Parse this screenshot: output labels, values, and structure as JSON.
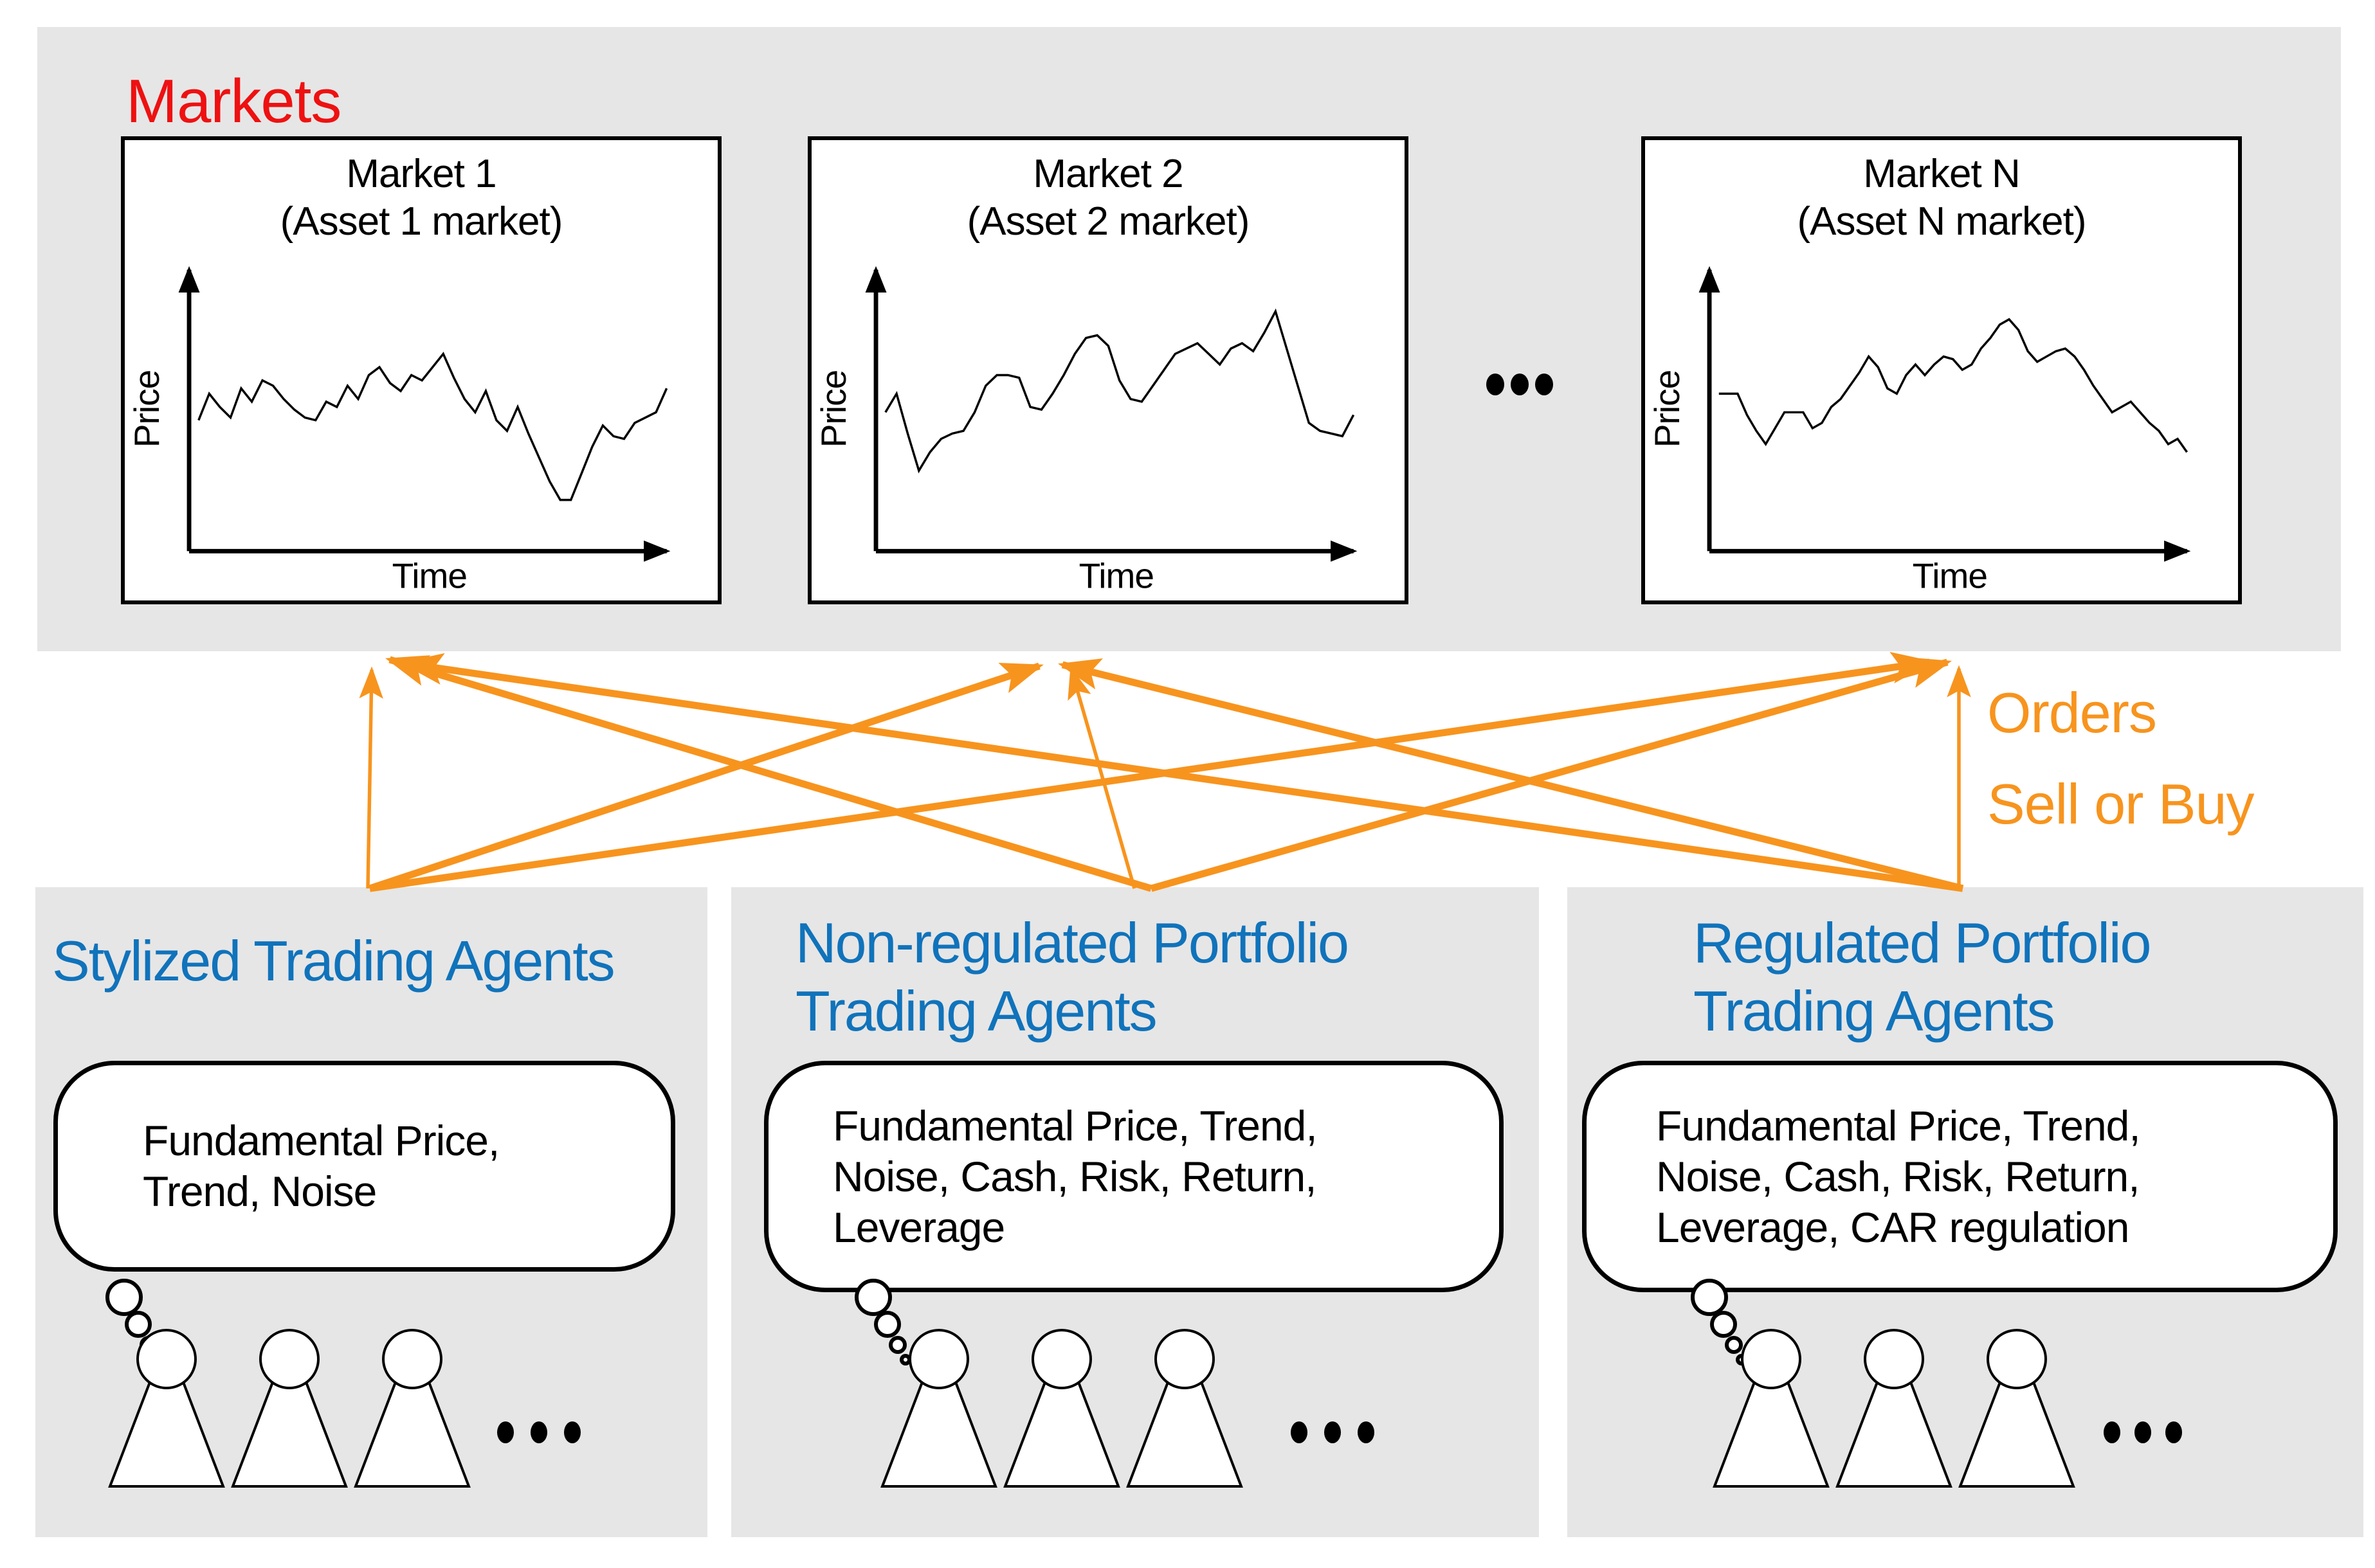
{
  "palette": {
    "red": "#EE1111",
    "blue": "#1073BB",
    "orange": "#F7941E",
    "panel_gray": "#E6E6E6",
    "line_black": "#000000"
  },
  "markets_section": {
    "label": "Markets",
    "more_markets_ellipsis": "...",
    "markets": [
      {
        "id": "market-1",
        "title": "Market 1",
        "subtitle": "(Asset 1 market)",
        "y_axis_label": "Price",
        "x_axis_label": "Time",
        "price_series": [
          45,
          55,
          50,
          46,
          57,
          52,
          60,
          58,
          53,
          49,
          46,
          45,
          52,
          50,
          58,
          53,
          62,
          65,
          59,
          56,
          62,
          60,
          65,
          70,
          61,
          53,
          48,
          56,
          45,
          41,
          50,
          40,
          31,
          22,
          15,
          15,
          25,
          35,
          43,
          39,
          38,
          44,
          46,
          48,
          57
        ]
      },
      {
        "id": "market-2",
        "title": "Market 2",
        "subtitle": "(Asset 2 market)",
        "y_axis_label": "Price",
        "x_axis_label": "Time",
        "price_series": [
          48,
          55,
          40,
          26,
          33,
          38,
          40,
          41,
          48,
          58,
          62,
          62,
          61,
          50,
          49,
          55,
          62,
          70,
          76,
          77,
          73,
          60,
          53,
          52,
          58,
          64,
          70,
          72,
          74,
          70,
          66,
          72,
          74,
          71,
          78,
          86,
          72,
          58,
          44,
          41,
          40,
          39,
          47
        ]
      },
      {
        "id": "market-n",
        "title": "Market N",
        "subtitle": "(Asset N market)",
        "y_axis_label": "Price",
        "x_axis_label": "Time",
        "price_series": [
          55,
          55,
          55,
          47,
          41,
          36,
          42,
          48,
          48,
          48,
          42,
          44,
          50,
          53,
          58,
          63,
          69,
          65,
          57,
          55,
          62,
          66,
          62,
          66,
          69,
          68,
          64,
          66,
          72,
          76,
          81,
          83,
          79,
          71,
          67,
          69,
          71,
          72,
          69,
          64,
          58,
          53,
          48,
          50,
          52,
          48,
          44,
          41,
          36,
          38,
          33
        ]
      }
    ]
  },
  "orders_arrows_label": {
    "line1": "Orders",
    "line2": "Sell or Buy"
  },
  "agents_section": {
    "groups": [
      {
        "id": "stylized",
        "title_lines": [
          "Stylized Trading Agents"
        ],
        "bubble_lines": [
          "Fundamental Price,",
          "Trend, Noise"
        ],
        "person_count": 3,
        "more_agents_ellipsis": "..."
      },
      {
        "id": "non-regulated",
        "title_lines": [
          "Non-regulated Portfolio",
          "Trading Agents"
        ],
        "bubble_lines": [
          "Fundamental Price, Trend,",
          "Noise, Cash, Risk, Return,",
          "Leverage"
        ],
        "person_count": 3,
        "more_agents_ellipsis": "..."
      },
      {
        "id": "regulated",
        "title_lines": [
          "Regulated Portfolio",
          "Trading Agents"
        ],
        "bubble_lines": [
          "Fundamental Price, Trend,",
          "Noise, Cash, Risk, Return,",
          "Leverage, CAR regulation"
        ],
        "person_count": 3,
        "more_agents_ellipsis": "..."
      }
    ]
  },
  "connections": [
    {
      "from": "stylized",
      "to": "market-1",
      "route": "direct"
    },
    {
      "from": "stylized",
      "to": "market-2",
      "route": "cross"
    },
    {
      "from": "stylized",
      "to": "market-n",
      "route": "cross"
    },
    {
      "from": "non-regulated",
      "to": "market-1",
      "route": "cross"
    },
    {
      "from": "non-regulated",
      "to": "market-2",
      "route": "direct"
    },
    {
      "from": "non-regulated",
      "to": "market-n",
      "route": "cross"
    },
    {
      "from": "regulated",
      "to": "market-1",
      "route": "cross"
    },
    {
      "from": "regulated",
      "to": "market-2",
      "route": "cross"
    },
    {
      "from": "regulated",
      "to": "market-n",
      "route": "direct"
    }
  ]
}
